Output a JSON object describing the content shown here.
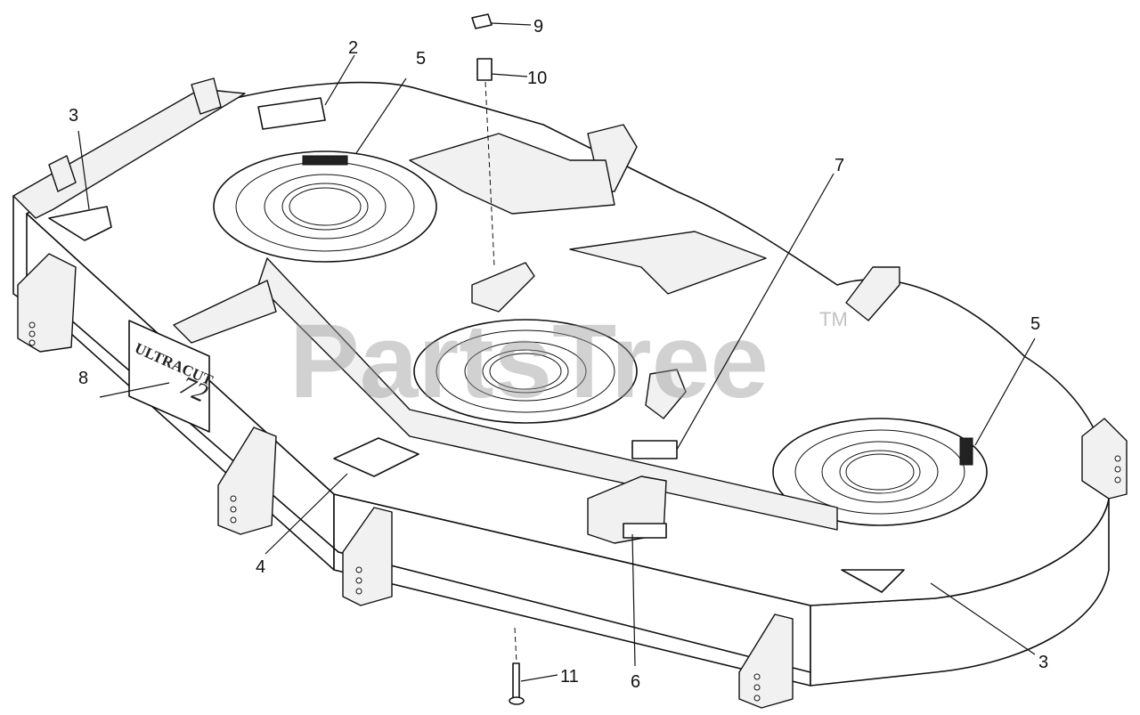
{
  "watermark": {
    "text": "PartsTree",
    "trademark": "TM"
  },
  "deck_logo": {
    "brand": "ULTRACUT",
    "model": "72"
  },
  "callouts": [
    {
      "id": "c2",
      "label": "2"
    },
    {
      "id": "c3a",
      "label": "3"
    },
    {
      "id": "c3b",
      "label": "3"
    },
    {
      "id": "c4",
      "label": "4"
    },
    {
      "id": "c5a",
      "label": "5"
    },
    {
      "id": "c5b",
      "label": "5"
    },
    {
      "id": "c6",
      "label": "6"
    },
    {
      "id": "c7",
      "label": "7"
    },
    {
      "id": "c8",
      "label": "8"
    },
    {
      "id": "c9",
      "label": "9"
    },
    {
      "id": "c10",
      "label": "10"
    },
    {
      "id": "c11",
      "label": "11"
    }
  ]
}
